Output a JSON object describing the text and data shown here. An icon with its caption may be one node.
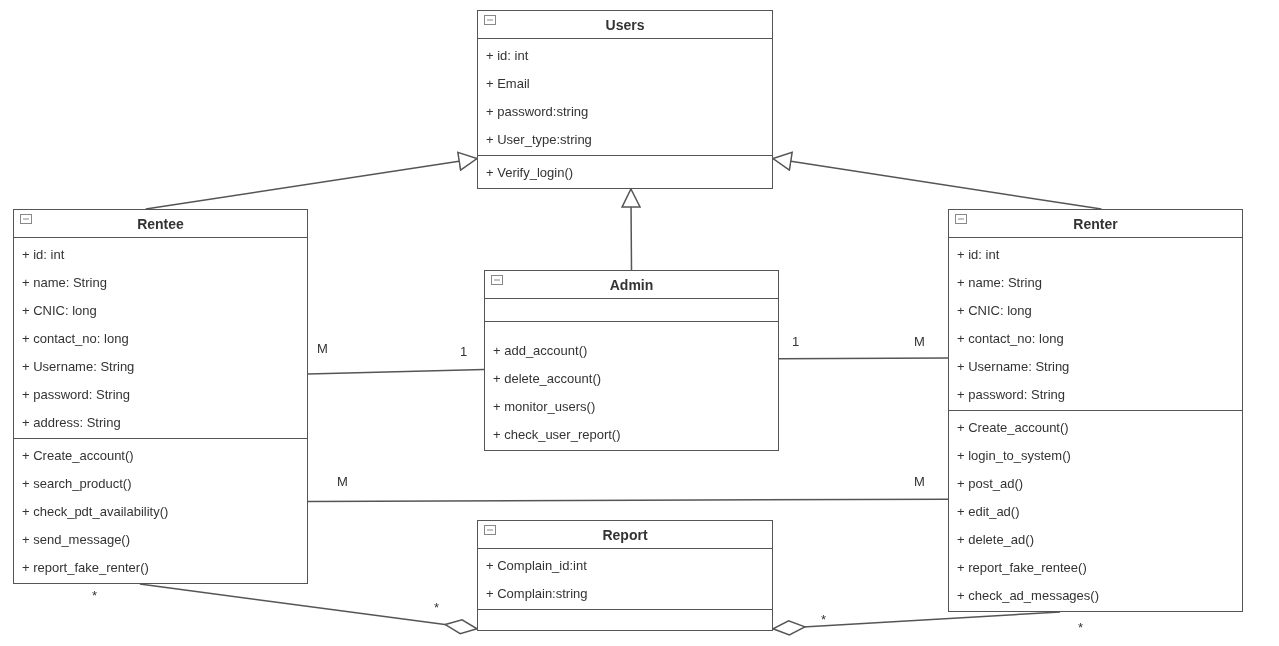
{
  "diagram": {
    "nodes": [
      {
        "text": [
          "Users",
          "+ id: int",
          "+ Email",
          "+ password:string",
          "+ User_type:string",
          "+ Verify_login()"
        ]
      },
      {
        "text": [
          "Rentee",
          "+ id: int",
          "+ name: String",
          "+ CNIC: long",
          "+ contact_no: long",
          "+ Username: String",
          "+ password: String",
          "+ address: String",
          "+ Create_account()",
          "+ search_product()",
          "+ check_pdt_availability()",
          "+ send_message()",
          "+ report_fake_renter()"
        ]
      },
      {
        "text": [
          "Admin",
          "+ add_account()",
          "+ delete_account()",
          "+ monitor_users()",
          "+ check_user_report()"
        ]
      },
      {
        "text": [
          "Renter",
          "+ id: int",
          "+ name: String",
          "+ CNIC: long",
          "+ contact_no: long",
          "+ Username: String",
          "+ password: String",
          "+ Create_account()",
          "+ login_to_system()",
          "+ post_ad()",
          "+ edit_ad()",
          "+ delete_ad()",
          "+ report_fake_rentee()",
          "+ check_ad_messages()"
        ]
      },
      {
        "text": [
          "Report",
          "+ Complain_id:int",
          "+ Complain:string"
        ]
      }
    ],
    "edges": [
      {
        "from": 1,
        "to": 0,
        "arrow": "to"
      },
      {
        "from": 2,
        "to": 0,
        "arrow": "to"
      },
      {
        "from": 3,
        "to": 0,
        "arrow": "to"
      },
      {
        "from": 1,
        "to": 2,
        "arrow": "none"
      },
      {
        "from": 2,
        "to": 3,
        "arrow": "none"
      },
      {
        "from": 1,
        "to": 3,
        "arrow": "none"
      },
      {
        "from": 1,
        "to": 4,
        "arrow": "other"
      },
      {
        "from": 3,
        "to": 4,
        "arrow": "other"
      }
    ],
    "labels": [
      "M",
      "1",
      "1",
      "M",
      "M",
      "M",
      "*",
      "*",
      "*",
      "*"
    ]
  }
}
